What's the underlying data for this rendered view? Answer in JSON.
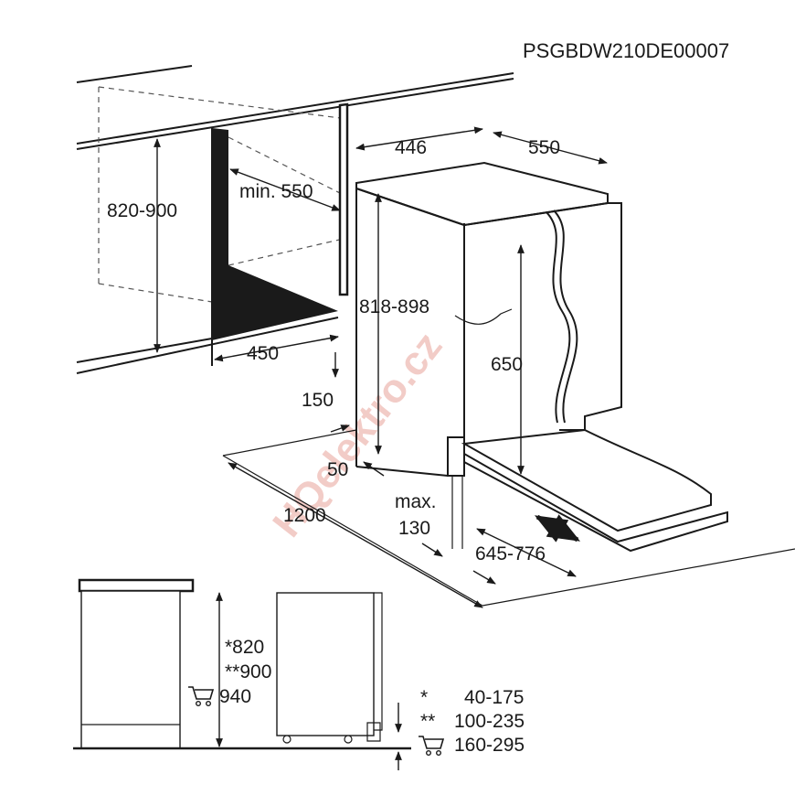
{
  "code": "PSGBDW210DE00007",
  "watermark": "HQelektro.cz",
  "dims": {
    "d446": "446",
    "d550": "550",
    "d820_900": "820-900",
    "min550": "min. 550",
    "d818_898": "818-898",
    "d450": "450",
    "d650": "650",
    "d150": "150",
    "d50": "50",
    "d1200": "1200",
    "max_label": "max.",
    "d130": "130",
    "d645_776": "645-776"
  },
  "side_view": {
    "h820": "*820",
    "h900": "**900",
    "h940": "940",
    "r1_mark": "*",
    "r1_val": "40-175",
    "r2_mark": "**",
    "r2_val": "100-235",
    "r3_val": "160-295"
  },
  "icons": [
    "cart-icon"
  ]
}
